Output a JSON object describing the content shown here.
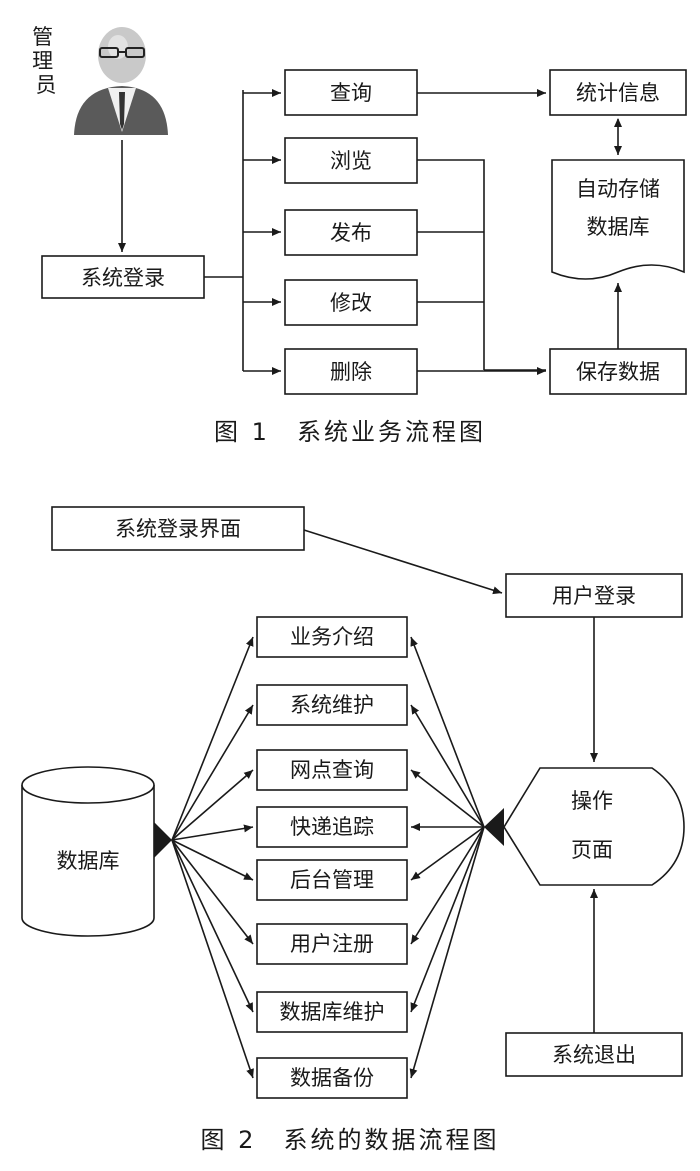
{
  "figure1": {
    "actor_label": "管理员",
    "login": "系统登录",
    "functions": [
      "查询",
      "浏览",
      "发布",
      "修改",
      "删除"
    ],
    "stats": "统计信息",
    "storage_line1": "自动存储",
    "storage_line2": "数据库",
    "save": "保存数据",
    "caption": "图 1　系统业务流程图"
  },
  "figure2": {
    "login_screen": "系统登录界面",
    "user_login": "用户登录",
    "modules": [
      "业务介绍",
      "系统维护",
      "网点查询",
      "快递追踪",
      "后台管理",
      "用户注册",
      "数据库维护",
      "数据备份"
    ],
    "database": "数据库",
    "operation_line1": "操作",
    "operation_line2": "页面",
    "exit": "系统退出",
    "caption": "图 2　系统的数据流程图"
  }
}
